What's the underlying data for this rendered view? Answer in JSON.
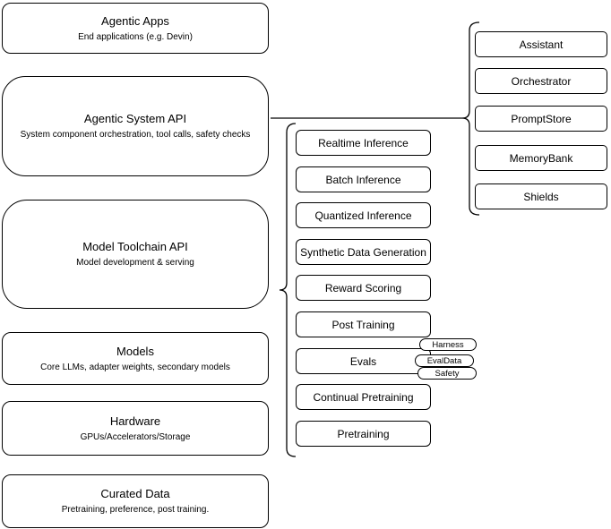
{
  "diagram": {
    "layers": [
      {
        "title": "Agentic Apps",
        "subtitle": "End applications (e.g. Devin)"
      },
      {
        "title": "Agentic System API",
        "subtitle": "System component orchestration, tool calls, safety checks"
      },
      {
        "title": "Model Toolchain API",
        "subtitle": "Model development & serving"
      },
      {
        "title": "Models",
        "subtitle": "Core LLMs, adapter weights, secondary models"
      },
      {
        "title": "Hardware",
        "subtitle": "GPUs/Accelerators/Storage"
      },
      {
        "title": "Curated Data",
        "subtitle": "Pretraining, preference, post training."
      }
    ],
    "toolchain_services": [
      "Realtime Inference",
      "Batch Inference",
      "Quantized Inference",
      "Synthetic Data Generation",
      "Reward Scoring",
      "Post Training",
      "Evals",
      "Continual Pretraining",
      "Pretraining"
    ],
    "evals_tags": [
      "Harness",
      "EvalData",
      "Safety"
    ],
    "system_components": [
      "Assistant",
      "Orchestrator",
      "PromptStore",
      "MemoryBank",
      "Shields"
    ],
    "colors": {
      "stroke": "#000000",
      "fill": "#ffffff",
      "text": "#000000"
    }
  }
}
